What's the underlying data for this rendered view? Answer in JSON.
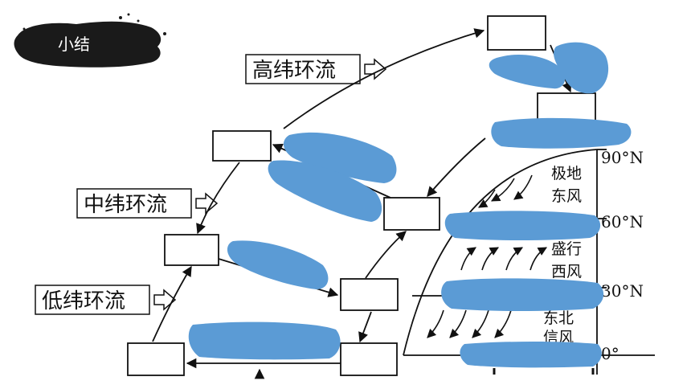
{
  "header": {
    "badge_label": "小结"
  },
  "circulations": {
    "high": "高纬环流",
    "mid": "中纬环流",
    "low": "低纬环流"
  },
  "latitudes": {
    "lat90": "90°N",
    "lat60": "60°N",
    "lat30": "30°N",
    "lat0": "0°"
  },
  "wind_belts": {
    "polar_easterlies": [
      "极地",
      "东风"
    ],
    "westerlies": [
      "盛行",
      "西风"
    ],
    "trade_winds": [
      "东北",
      "信风"
    ]
  },
  "colors": {
    "mask_blue": "#5b9bd5",
    "ink": "#111111",
    "badge": "#1a1a1a"
  },
  "icons": {
    "arrow": "hollow-right-arrow-icon"
  }
}
